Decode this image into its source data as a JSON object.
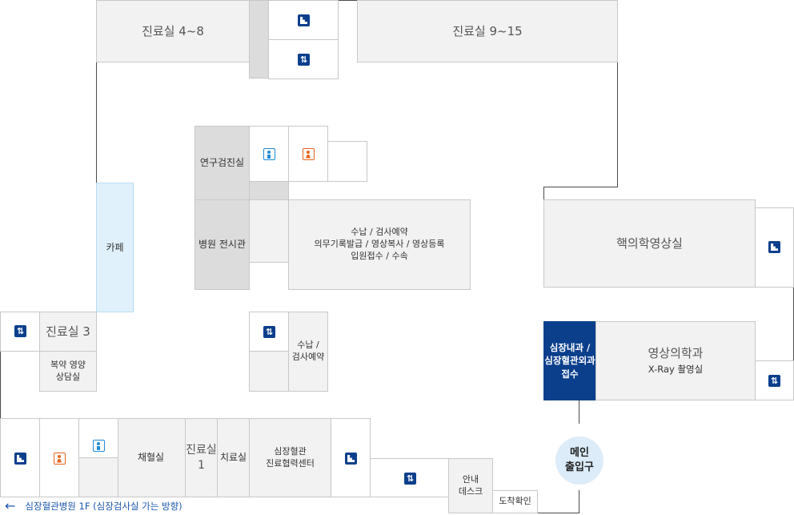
{
  "rooms": {
    "exam_4_8": "진료실 4~8",
    "exam_9_15": "진료실 9~15",
    "research_exam": "연구검진실",
    "exhibition": "병원 전시관",
    "payment_main": [
      "수납 / 검사예약",
      "의무기록발급 / 영상복사 / 영상등록",
      "입원접수 / 수속"
    ],
    "cafe": "카페",
    "exam_3": "진료실 3",
    "medication": [
      "복약 영양",
      "상담실"
    ],
    "payment_small": [
      "수납 /",
      "검사예약"
    ],
    "nuclear": "핵의학영상실",
    "cardiology": [
      "심장내과 /",
      "심장혈관외과",
      "접수"
    ],
    "radiology": "영상의학과",
    "xray": "X-Ray 촬영실",
    "blood": "채혈실",
    "exam_1": [
      "진료실",
      "1"
    ],
    "treatment": "치료실",
    "cardiac_center": [
      "심장혈관",
      "진료협력센터"
    ],
    "info_desk": [
      "안내",
      "데스크"
    ],
    "arrival": "도착확인"
  },
  "entrance": [
    "메인",
    "출입구"
  ],
  "footer": {
    "text": "심장혈관병원 1F (심장검사실 가는 방향)"
  },
  "icons": {
    "stairs": "stairs-icon",
    "elevator": "elevator-icon",
    "restroom_men": "restroom-men-icon",
    "restroom_women": "restroom-women-icon"
  },
  "colors": {
    "accent": "#0b3f8c",
    "cafe": "#e0f1fb",
    "entrance": "#dcecf8",
    "men": "#1e8bd6",
    "women": "#e8651e"
  }
}
